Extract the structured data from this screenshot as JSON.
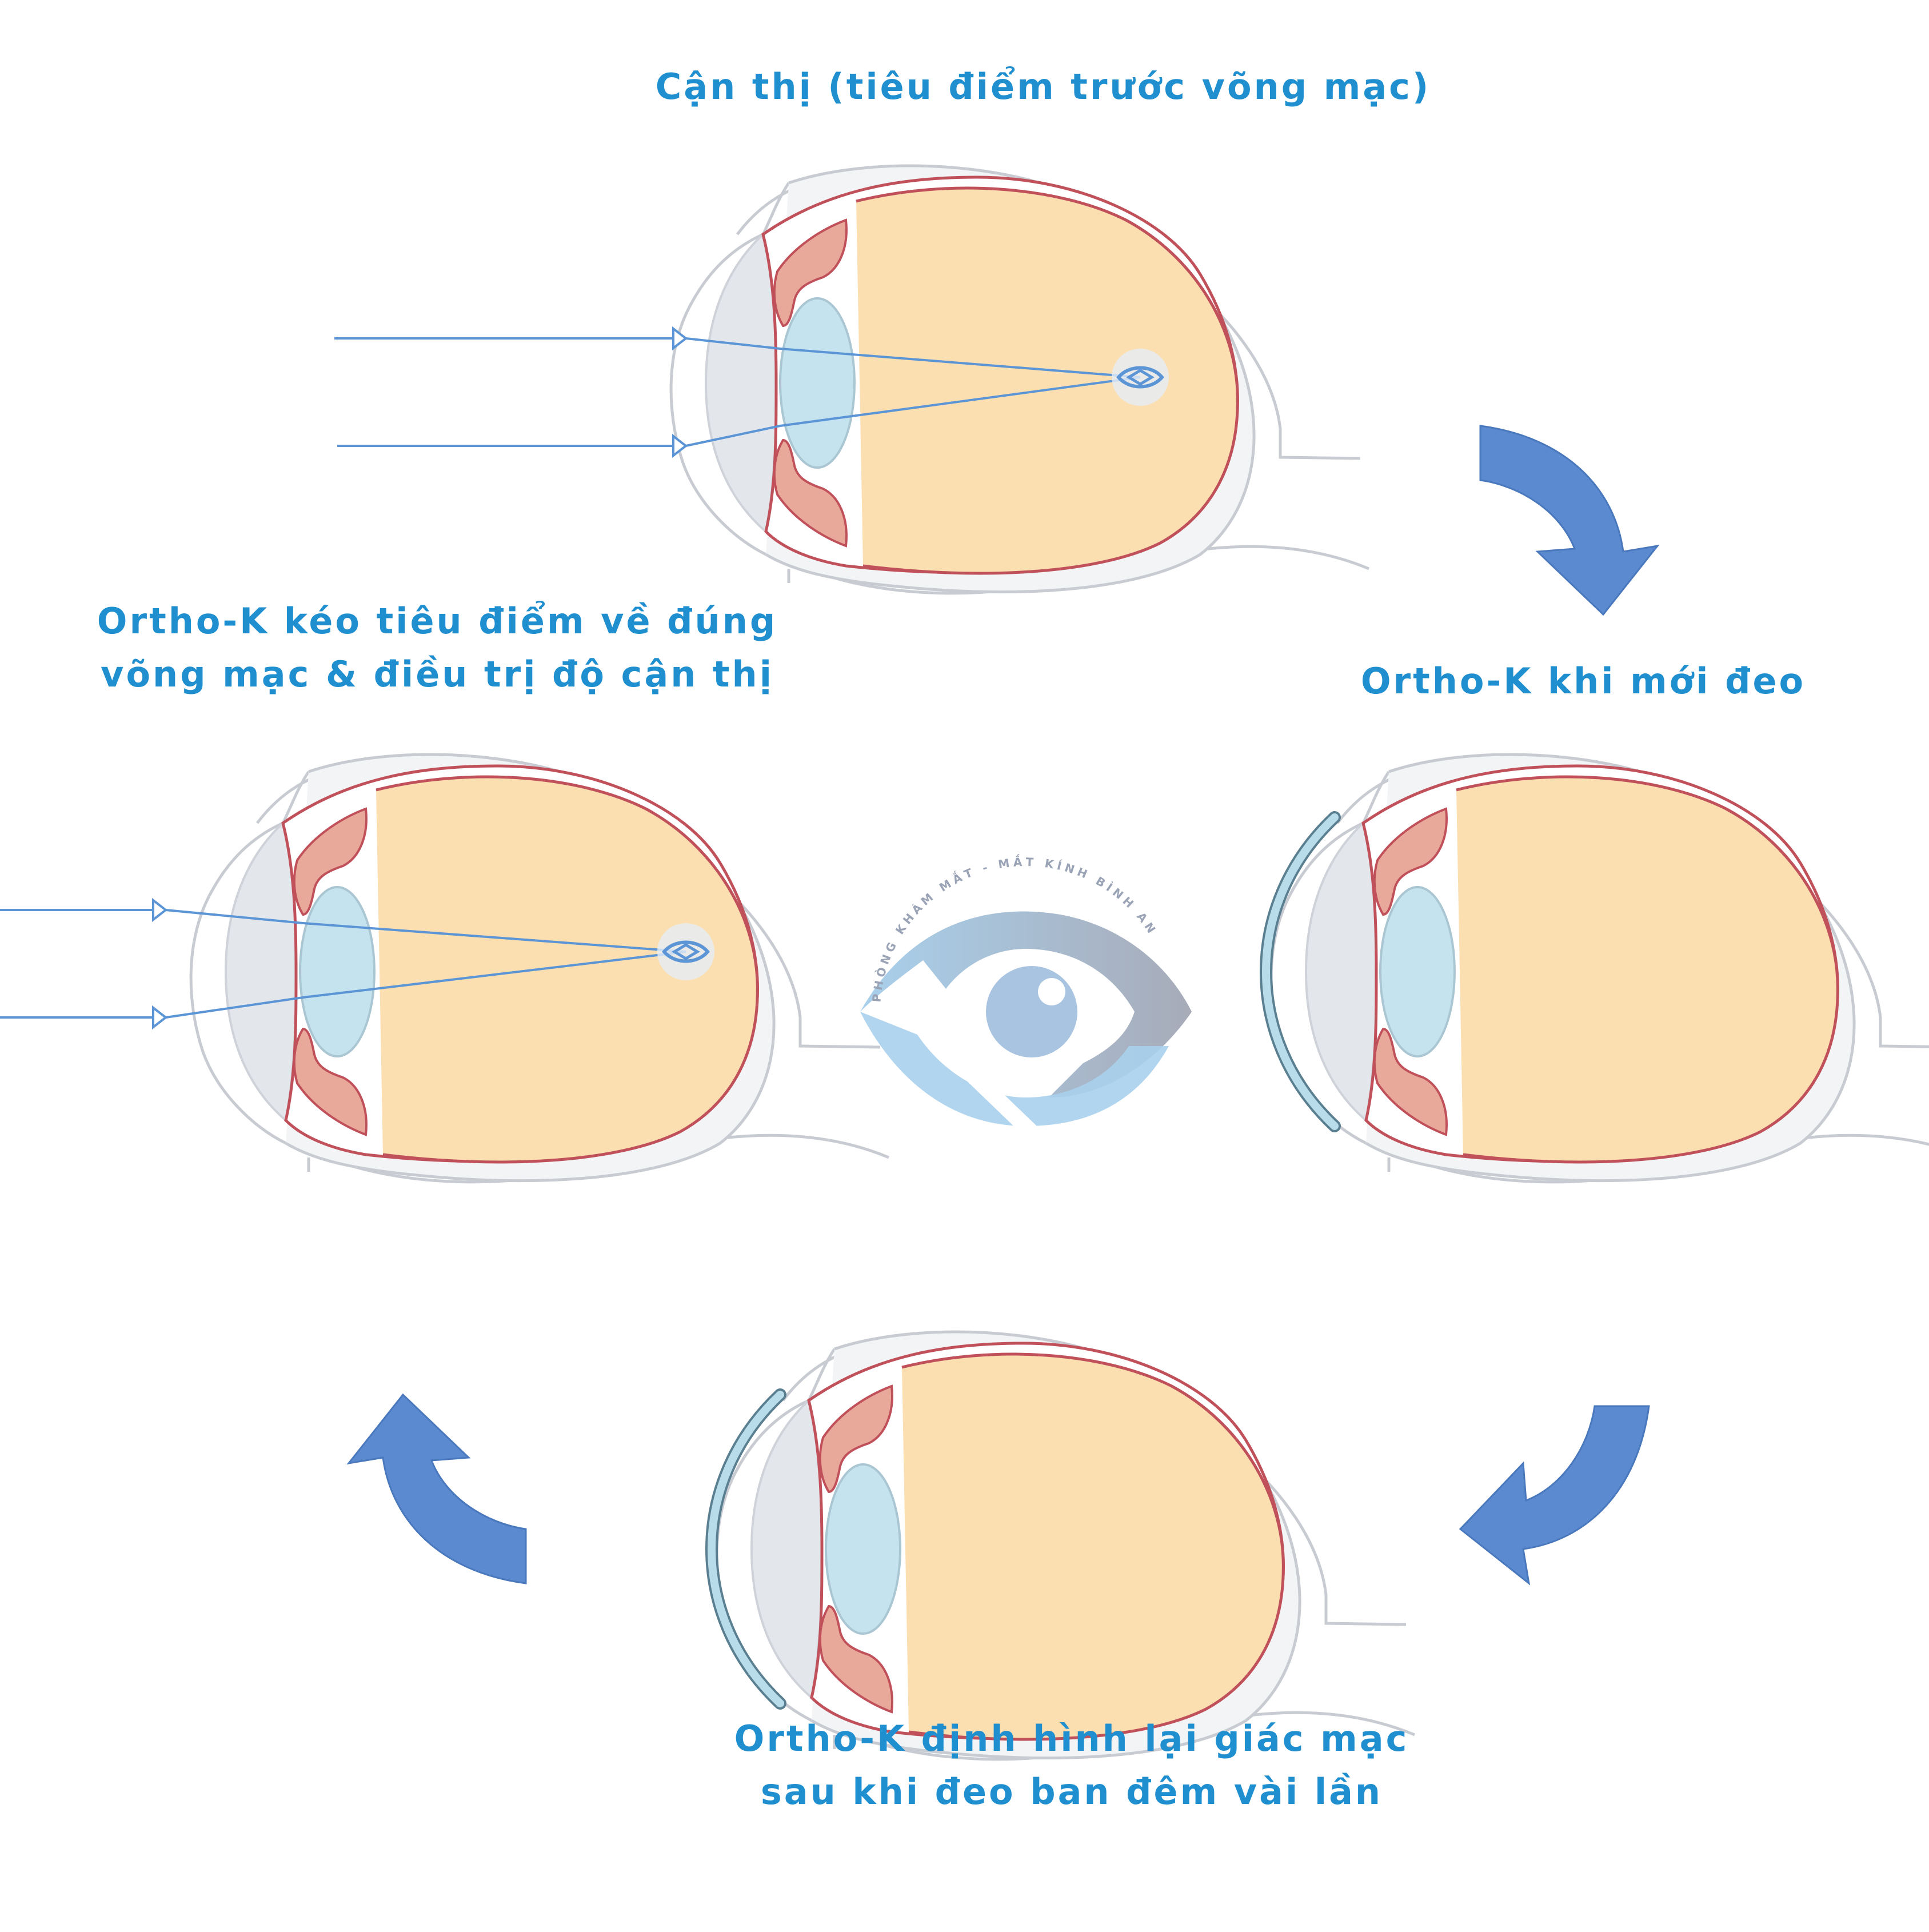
{
  "stages": {
    "myopia": {
      "title": "Cận thị (tiêu điểm trước võng mạc)"
    },
    "first_wear": {
      "title": "Ortho-K khi mới đeo"
    },
    "reshaped": {
      "title_line1": "Ortho-K định hình lại giác mạc",
      "title_line2": "sau khi đeo ban đêm vài lần"
    },
    "corrected": {
      "title_line1": "Ortho-K kéo tiêu điểm về đúng",
      "title_line2": "võng mạc & điều trị độ cận thị"
    }
  },
  "logo": {
    "ring_text": "PHÒNG KHÁM MẮT - MẮT KÍNH BÌNH AN"
  },
  "colors": {
    "caption": "#1f8fd0",
    "vitreous": "#fbdfb1",
    "retina": "#c0505a",
    "sclera_outline": "#c8ccd2",
    "iris": "#e9a99a",
    "lens": "#c5e3ee",
    "light_ray": "#5b95d6",
    "ortho_k_lens": "#b9dcea",
    "cycle_arrow": "#5b8ad0"
  },
  "icons": {
    "cycle_arrow": "curved-arrow-icon",
    "focus_point": "eye-focus-icon"
  }
}
